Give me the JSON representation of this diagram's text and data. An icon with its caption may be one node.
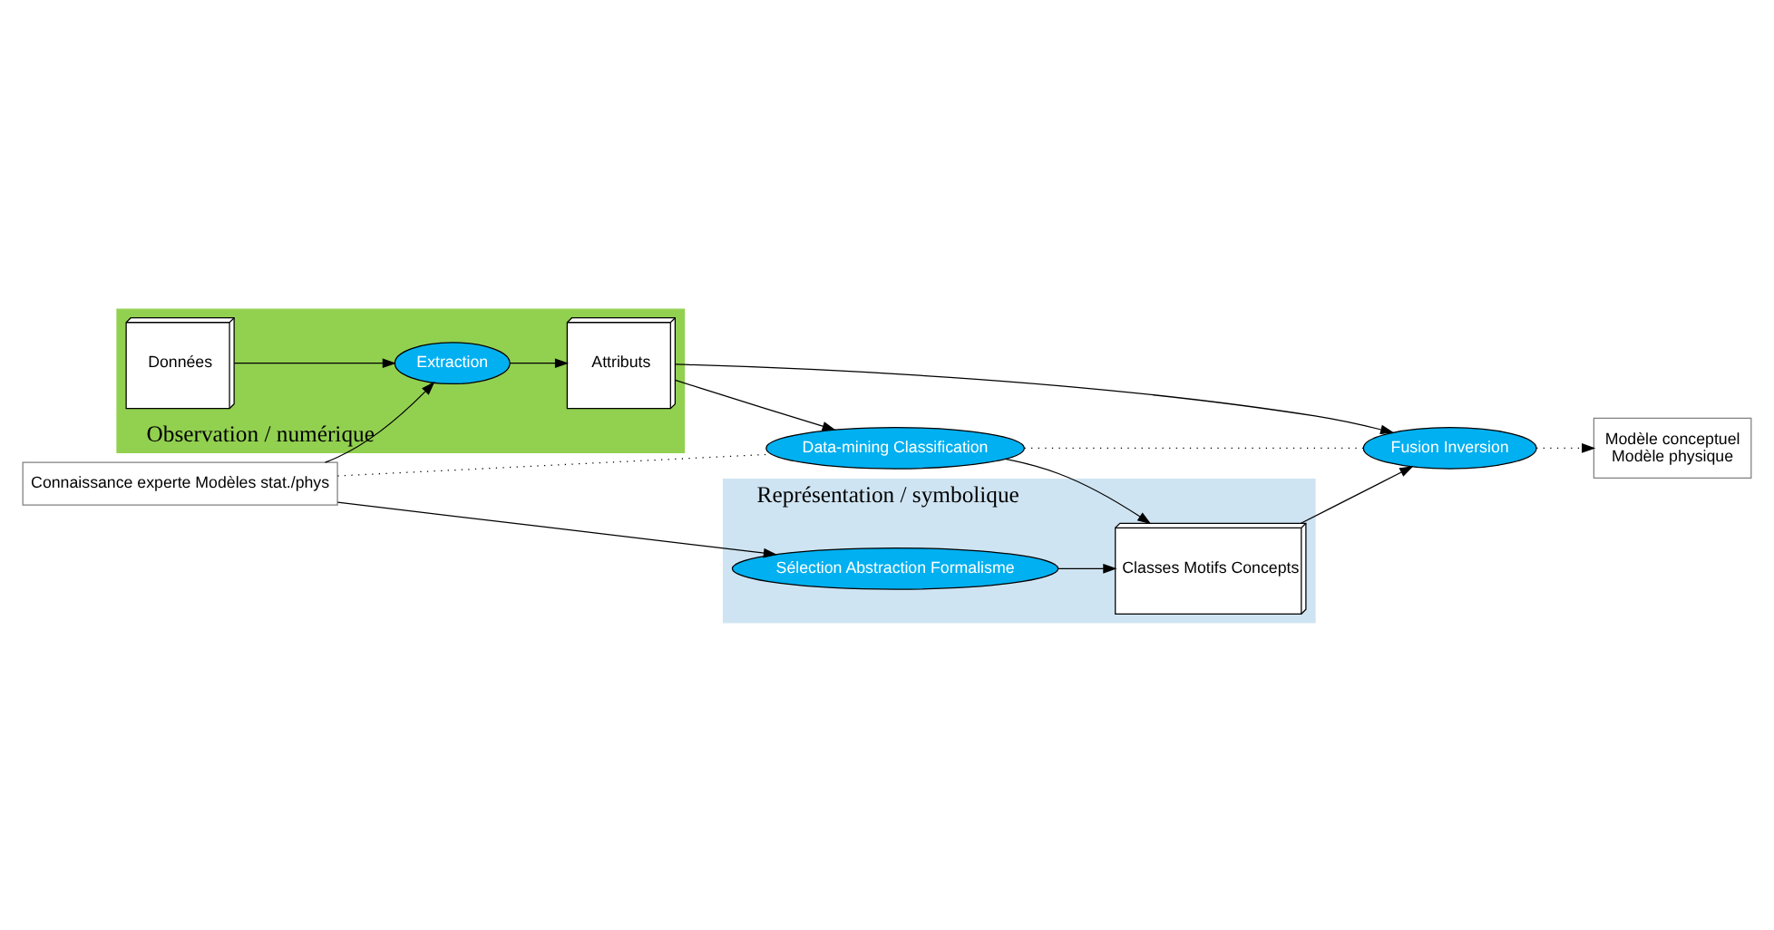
{
  "diagram": {
    "nodes": [
      {
        "text": [
          "Représentation / symbolique"
        ]
      },
      {
        "text": [
          "Observation / numérique"
        ]
      },
      {
        "text": [
          "Connaissance experte Modèles stat./phys"
        ]
      },
      {
        "text": [
          "Sélection Abstraction Formalisme"
        ],
        "in": 0
      },
      {
        "text": [
          "Classes Motifs Concepts"
        ],
        "in": 0
      },
      {
        "text": [
          "Data-mining Classification"
        ]
      },
      {
        "text": [
          "Fusion Inversion"
        ]
      },
      {
        "text": [
          "Modèle conceptuel",
          "Modèle physique"
        ]
      },
      {
        "text": [
          "Données"
        ],
        "in": 1
      },
      {
        "text": [
          "Extraction"
        ],
        "in": 1
      },
      {
        "text": [
          "Attributs"
        ],
        "in": 1
      }
    ],
    "edges": [
      {
        "from": 2,
        "to": 3,
        "arrow": "to"
      },
      {
        "from": 2,
        "to": 9,
        "arrow": "to"
      },
      {
        "from": 2,
        "to": 5,
        "arrow": "none",
        "style": "dashed"
      },
      {
        "from": 3,
        "to": 4,
        "arrow": "to"
      },
      {
        "from": 5,
        "to": 4,
        "arrow": "to"
      },
      {
        "from": 4,
        "to": 6,
        "arrow": "to"
      },
      {
        "from": 5,
        "to": 6,
        "arrow": "none",
        "style": "dashed"
      },
      {
        "from": 6,
        "to": 7,
        "arrow": "to",
        "style": "dashed"
      },
      {
        "from": 8,
        "to": 9,
        "arrow": "to"
      },
      {
        "from": 9,
        "to": 10,
        "arrow": "to"
      },
      {
        "from": 10,
        "to": 5,
        "arrow": "to"
      },
      {
        "from": 10,
        "to": 6,
        "arrow": "to"
      }
    ]
  }
}
